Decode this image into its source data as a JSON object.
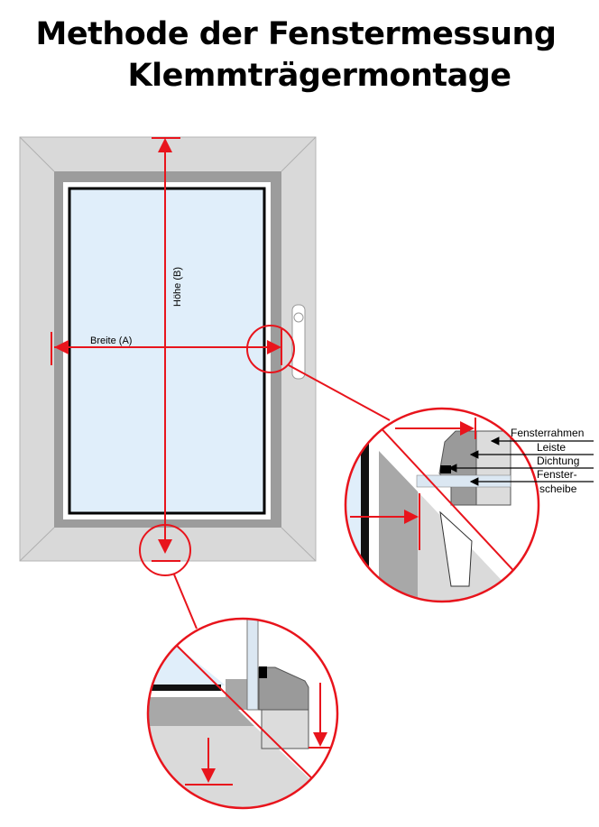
{
  "title": {
    "line1": "Methode der Fenstermessung",
    "line2": "Klemmträgermontage"
  },
  "labels": {
    "width": "Breite (A)",
    "height": "Höhe (B)",
    "frame": "Fensterrahmen",
    "strip": "Leiste",
    "seal": "Dichtung",
    "pane_line1": "Fenster-",
    "pane_line2": "scheibe"
  },
  "colors": {
    "measure": "#e8141c",
    "glass": "#e0eefa",
    "frame": "#d9d9d9",
    "frame_dark": "#9c9c9c"
  }
}
